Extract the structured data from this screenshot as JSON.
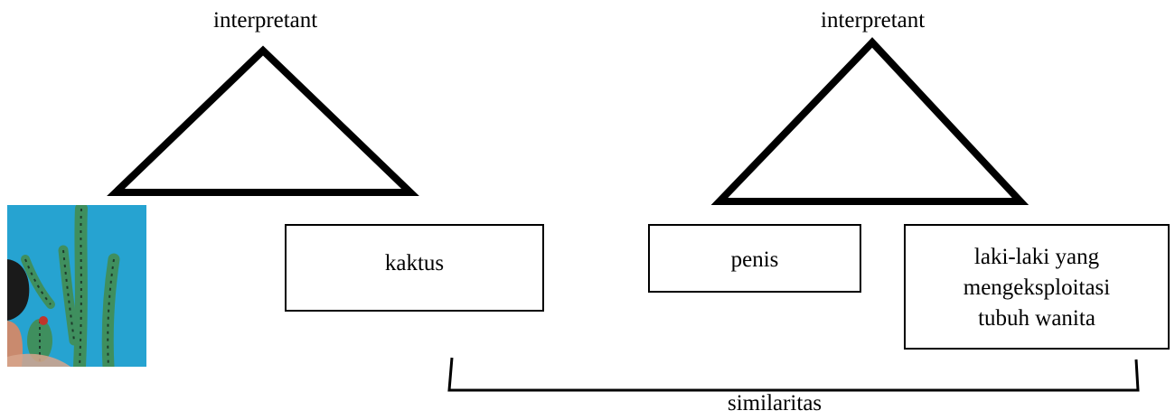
{
  "diagram": {
    "left_triangle": {
      "apex_label": "interpretant"
    },
    "right_triangle": {
      "apex_label": "interpretant"
    },
    "boxes": {
      "kaktus": "kaktus",
      "penis": "penis",
      "meaning": {
        "line1": "laki-laki yang",
        "line2": "mengeksploitasi",
        "line3": "tubuh wanita"
      }
    },
    "bracket_label": "similaritas"
  },
  "image": {
    "subject": "cactus-illustration-photo"
  },
  "colors": {
    "line": "#000000",
    "photo_background": "#29a9d6",
    "cactus_green": "#3f8f5e",
    "cactus_dark": "#1e3b2c"
  }
}
